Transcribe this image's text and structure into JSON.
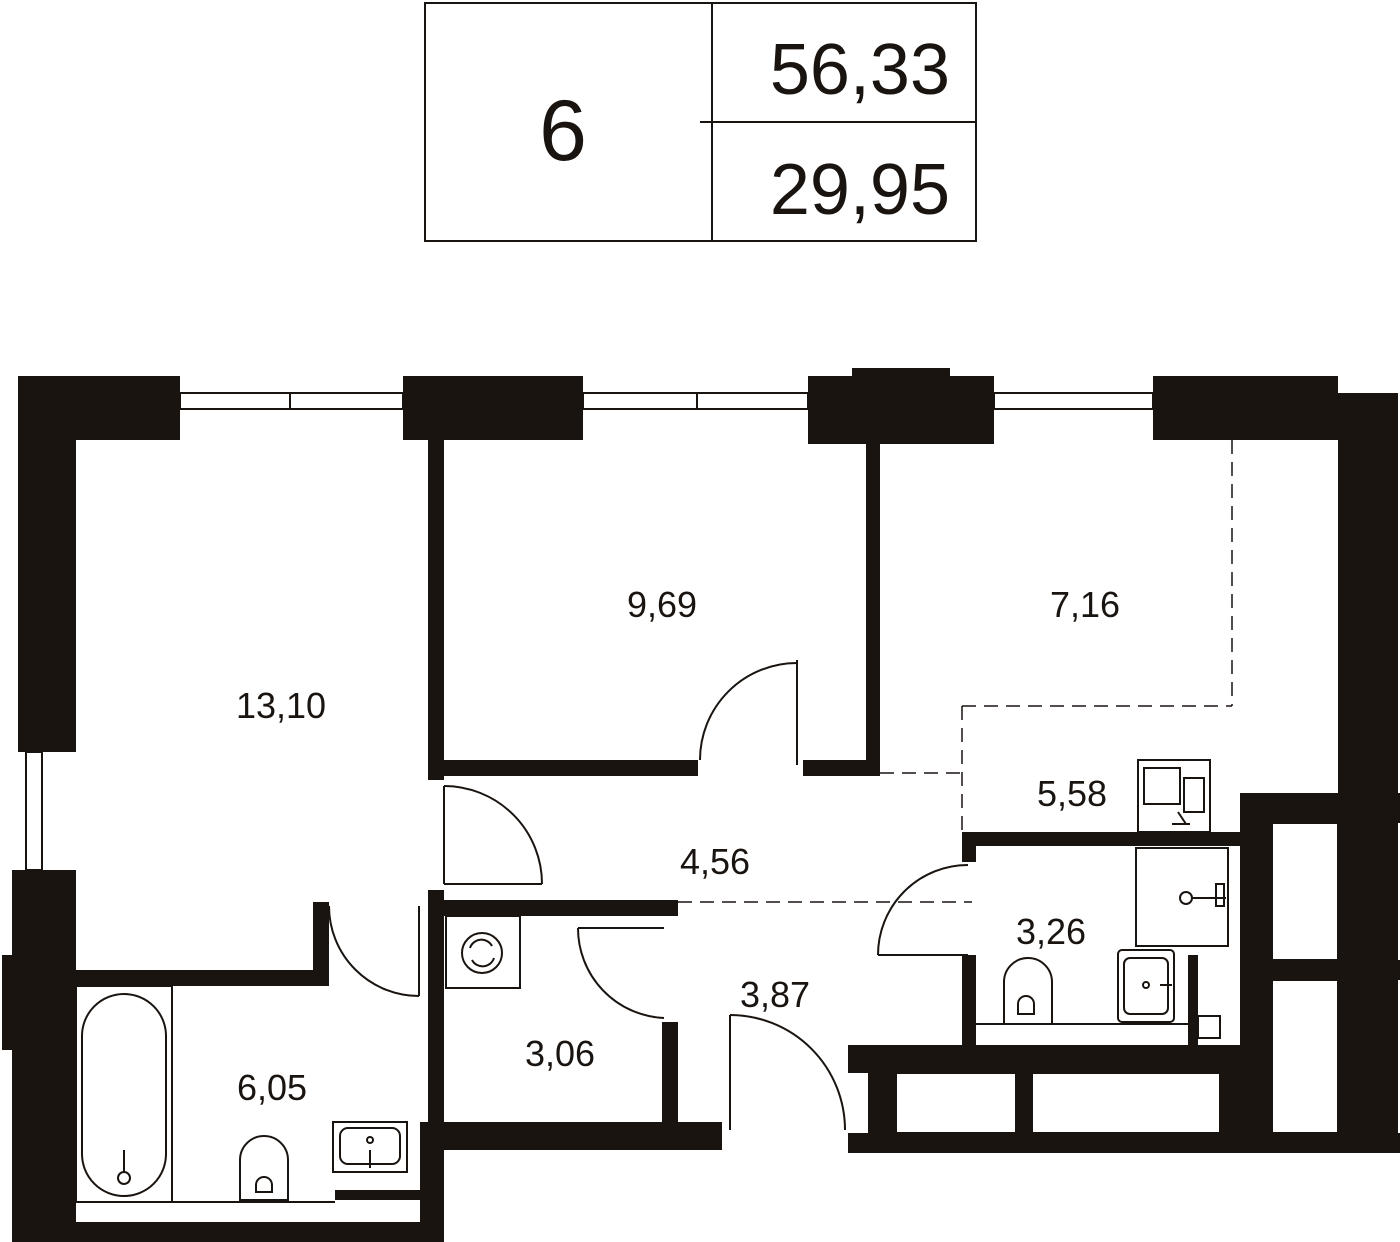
{
  "header": {
    "apartment_number": "6",
    "total_area": "56,33",
    "living_area": "29,95"
  },
  "rooms": [
    {
      "id": "bedroom-left",
      "area": "13,10"
    },
    {
      "id": "bedroom-middle",
      "area": "9,69"
    },
    {
      "id": "room-right",
      "area": "7,16"
    },
    {
      "id": "kitchen",
      "area": "5,58"
    },
    {
      "id": "hallway",
      "area": "4,56"
    },
    {
      "id": "bathroom-small",
      "area": "3,26"
    },
    {
      "id": "entry",
      "area": "3,87"
    },
    {
      "id": "laundry",
      "area": "3,06"
    },
    {
      "id": "bathroom-large",
      "area": "6,05"
    }
  ],
  "colors": {
    "wall": "#1a1410",
    "line": "#1a1410",
    "background": "#ffffff"
  },
  "icons": [
    "washing-machine-icon",
    "bathtub-icon",
    "toilet-icon",
    "sink-icon",
    "shower-icon",
    "stove-icon"
  ]
}
